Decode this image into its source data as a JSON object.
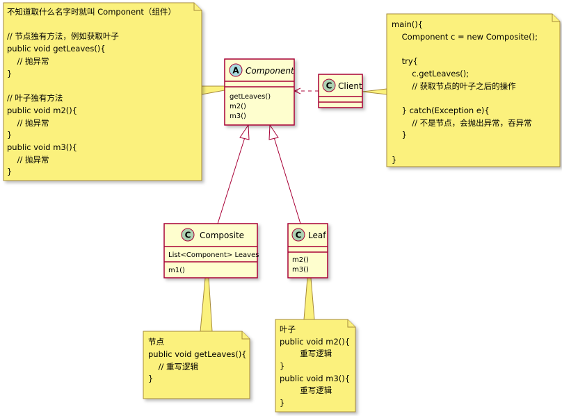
{
  "classes": {
    "component": {
      "badge": "A",
      "name": "Component",
      "methods": [
        "getLeaves()",
        "m2()",
        "m3()"
      ]
    },
    "client": {
      "badge": "C",
      "name": "Client"
    },
    "composite": {
      "badge": "C",
      "name": "Composite",
      "fields": [
        "List<Component> Leaves"
      ],
      "methods": [
        "m1()"
      ]
    },
    "leaf": {
      "badge": "C",
      "name": "Leaf",
      "methods": [
        "m2()",
        "m3()"
      ]
    }
  },
  "notes": {
    "component": [
      "不知道取什么名字时就叫 Component（组件）",
      "",
      "// 节点独有方法，例如获取叶子",
      "public void getLeaves(){",
      "    // 抛异常",
      "}",
      "",
      "// 叶子独有方法",
      "public void m2(){",
      "    // 抛异常",
      "}",
      "public void m3(){",
      "    // 抛异常",
      "}"
    ],
    "client": [
      "main(){",
      "    Component c = new Composite();",
      "",
      "    try{",
      "        c.getLeaves();",
      "        // 获取节点的叶子之后的操作",
      "",
      "    } catch(Exception e){",
      "        // 不是节点，会抛出异常，吞异常",
      "    }",
      "",
      "}"
    ],
    "composite": [
      "节点",
      "public void getLeaves(){",
      "    // 重写逻辑",
      "}"
    ],
    "leaf": [
      "叶子",
      "public void m2(){",
      "        重写逻辑",
      "}",
      "public void m3(){",
      "        重写逻辑",
      "}"
    ]
  },
  "colors": {
    "note_fill": "#fbf17d",
    "note_stroke": "#a68a3a",
    "class_fill": "#fefece",
    "class_stroke": "#a80036",
    "badge_abstract": "#a9dcdf",
    "badge_class": "#add1b2"
  }
}
